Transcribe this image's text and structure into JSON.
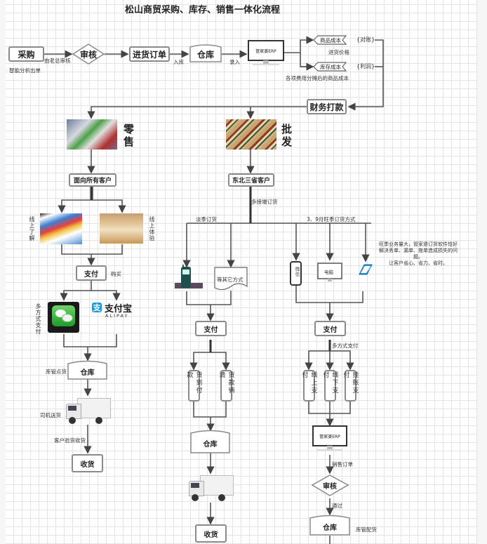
{
  "title": "松山商贸采购、库存、销售一体化流程",
  "colors": {
    "line": "#555555",
    "line_dark": "#333333",
    "box_border": "#8a8a8a",
    "alipay": "#1a9be0",
    "wechat": "#2fa53a",
    "grid": "#e3e3e3"
  },
  "top_flow": {
    "purchase": "采购",
    "purchase_note": "智能分析出单",
    "boss_review_label": "由老总审核",
    "review": "审核",
    "purchase_order": "进货订单",
    "inbound_label": "入库",
    "warehouse": "仓库",
    "record_label": "录入",
    "erp": "管家婆ERP",
    "product_cost": "商品成本",
    "product_cost_note": "进货价格",
    "inventory_cost": "库存成本",
    "inventory_cost_note": "各项费用分摊后的商品成本",
    "reconcile": "对账",
    "profit": "利润",
    "finance_payment": "财务打款"
  },
  "retail": {
    "heading": "零售",
    "customers": "面向所有客户",
    "online_learn": "线上了解",
    "offline_experience": "线上体验",
    "pay": "支付",
    "buy_label": "购买",
    "multi_pay_label": "多方式支付",
    "alipay_cn": "支付宝",
    "alipay_en": "ALIPAY",
    "warehouse": "仓库",
    "keeper_label": "库管点货",
    "driver_label": "司机送货",
    "inspect_label": "客户验货收货",
    "receive": "收货"
  },
  "wholesale": {
    "heading": "批发",
    "customers": "东北三省客户",
    "channel_label": "多接端订货",
    "off_season_label": "淡季订货",
    "peak_season_label": "3、9月旺季订货方式",
    "other_methods": "等其它方式",
    "wechat": "微信",
    "computer": "电脑",
    "mobile": "手机",
    "peak_note": "旺季业务量大，管家婆订货软件恰好解决丢单、漏单、拖单造成损失的问题。",
    "peak_note_2": "让客户省心、省力、省时。",
    "left_pay": "支付",
    "cod": "货到付款",
    "paid_in_full": "货款俩清",
    "left_warehouse": "仓库",
    "left_receive": "收货",
    "right_pay": "支付",
    "right_multi_pay_label": "多方式支付",
    "online_pay": "线上支付",
    "offline_pay": "线下支付",
    "credit_pay": "挂账支付",
    "erp": "管家婆ERP",
    "sales_order_label": "销售订单",
    "review": "审核",
    "pass_label": "通过",
    "warehouse": "仓库",
    "keeper_label": "库管配货"
  }
}
